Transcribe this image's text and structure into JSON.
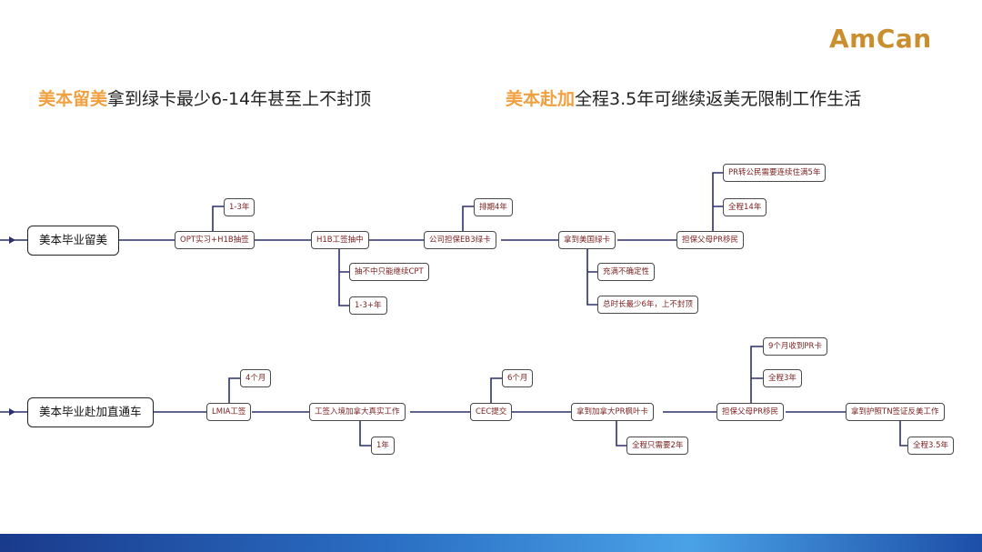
{
  "logo": "AmCan",
  "headline_left": {
    "accent": "美本留美",
    "rest": "拿到绿卡最少6-14年甚至上不封顶"
  },
  "headline_right": {
    "accent": "美本赴加",
    "rest": "全程3.5年可继续返美无限制工作生活"
  },
  "colors": {
    "accent": "#f0a040",
    "node_text": "#7a1f1f",
    "line": "#2c2f6e",
    "footer": "#2a6fc4"
  },
  "flow_us": {
    "root": "美本毕业留美",
    "opt": "OPT实习+H1B抽签",
    "opt_note": "1-3年",
    "h1b": "H1B工签抽中",
    "h1b_note1": "抽不中只能继续CPT",
    "h1b_note2": "1-3+年",
    "eb3": "公司担保EB3绿卡",
    "eb3_note": "排期4年",
    "gc": "拿到美国绿卡",
    "gc_note1": "充满不确定性",
    "gc_note2": "总时长最少6年，上不封顶",
    "parents": "担保父母PR移民",
    "parents_note1": "PR转公民需要连续住满5年",
    "parents_note2": "全程14年"
  },
  "flow_ca": {
    "root": "美本毕业赴加直通车",
    "lmia": "LMIA工签",
    "lmia_note": "4个月",
    "work": "工签入境加拿大真实工作",
    "work_note": "1年",
    "cec": "CEC提交",
    "cec_note": "6个月",
    "pr": "拿到加拿大PR枫叶卡",
    "pr_note": "全程只需要2年",
    "parents": "担保父母PR移民",
    "parents_note1": "9个月收到PR卡",
    "parents_note2": "全程3年",
    "tn": "拿到护照TN签证反美工作",
    "tn_note": "全程3.5年"
  }
}
